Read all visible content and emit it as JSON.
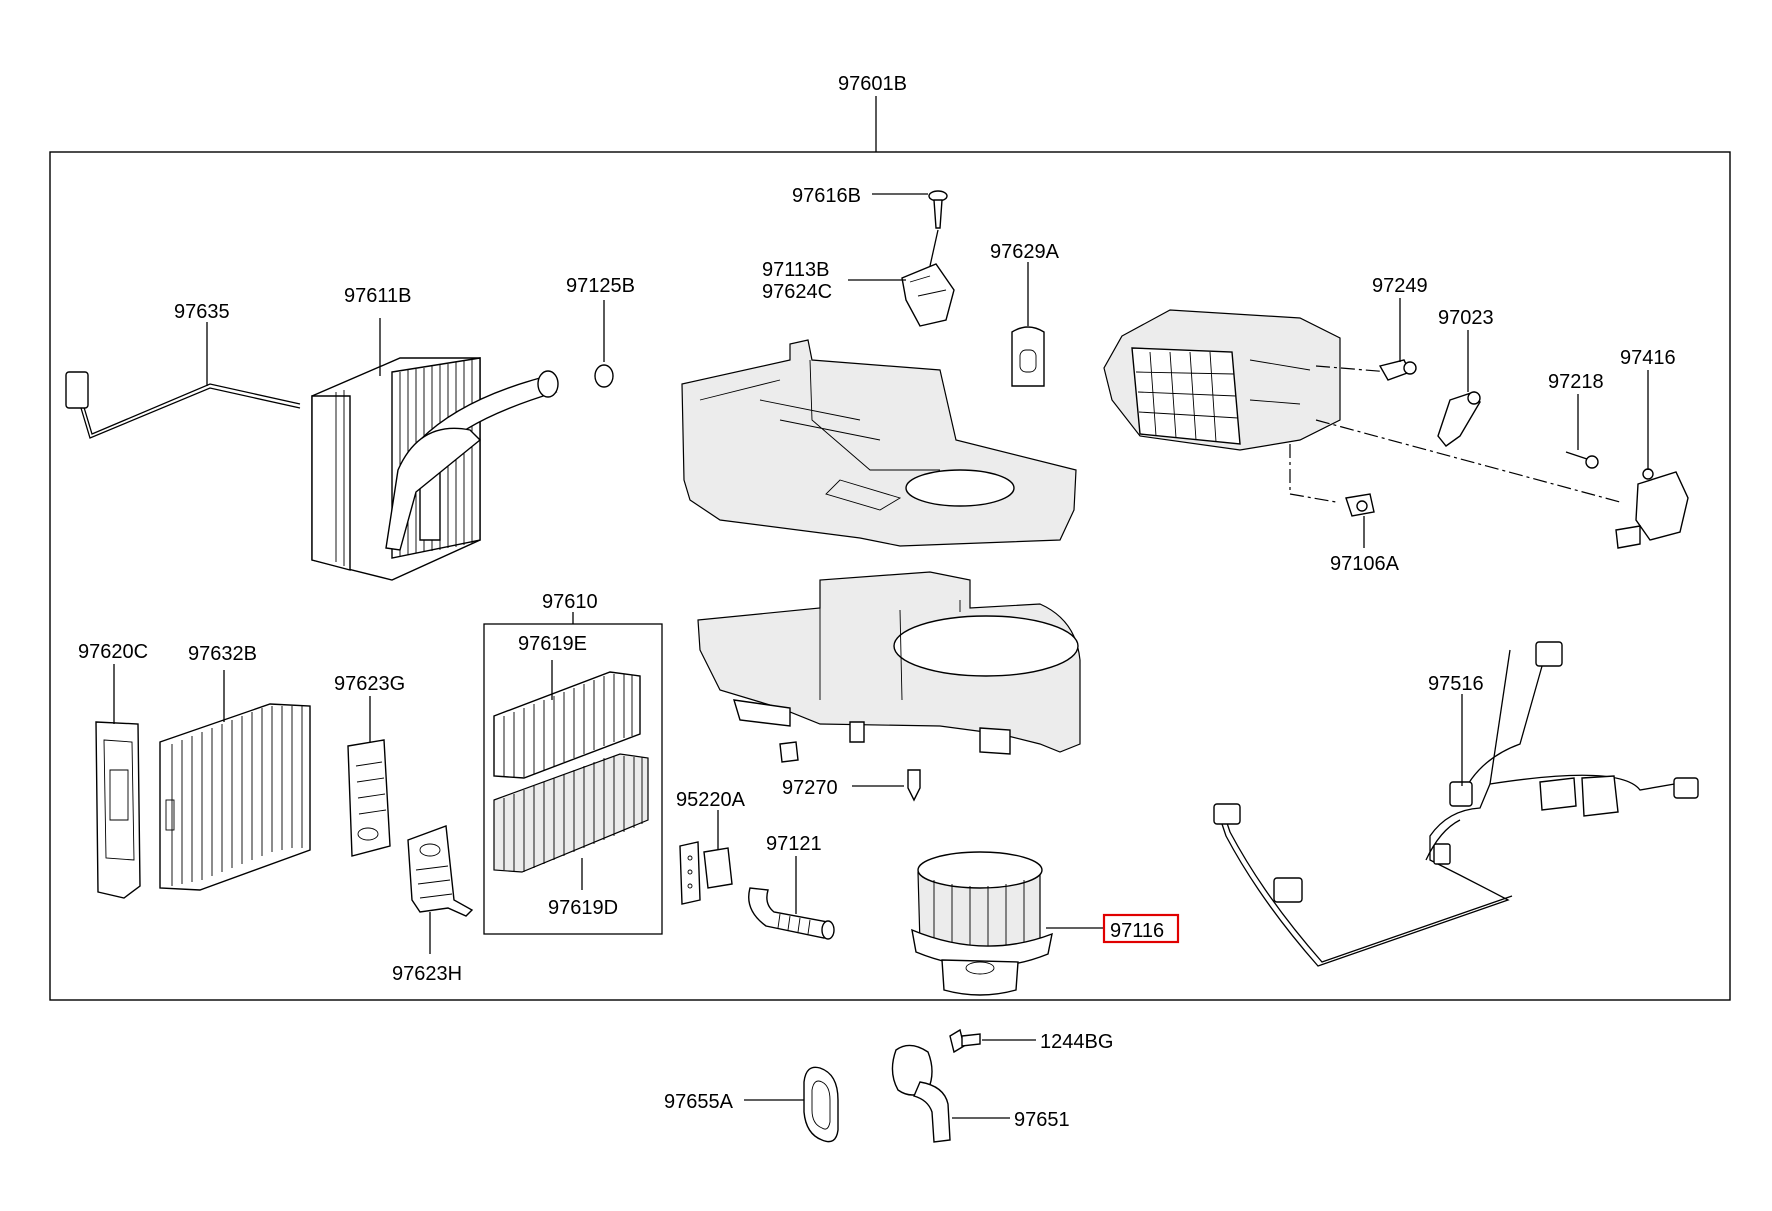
{
  "diagram": {
    "callouts": {
      "assembly": "97601B",
      "screw_top": "97616B",
      "resistor_a": "97113B",
      "resistor_b": "97624C",
      "seal_top": "97629A",
      "wire_97635": "97635",
      "evaporator": "97611B",
      "oring": "97125B",
      "link_97249": "97249",
      "lever_97023": "97023",
      "screw_97218": "97218",
      "actuator": "97416",
      "clip_97106A": "97106A",
      "filter_group": "97610",
      "filter_upper": "97619E",
      "filter_lower": "97619D",
      "cover_97620C": "97620C",
      "cover_97632B": "97632B",
      "cover_97623G": "97623G",
      "cover_97623H": "97623H",
      "clip_97270": "97270",
      "relay_95220A": "95220A",
      "hose_97121": "97121",
      "blower_motor": "97116",
      "harness": "97516",
      "bolt_1244BG": "1244BG",
      "grommet_97655A": "97655A",
      "duct_97651": "97651"
    },
    "highlighted_part": "97116",
    "highlight_color": "#e00000"
  }
}
